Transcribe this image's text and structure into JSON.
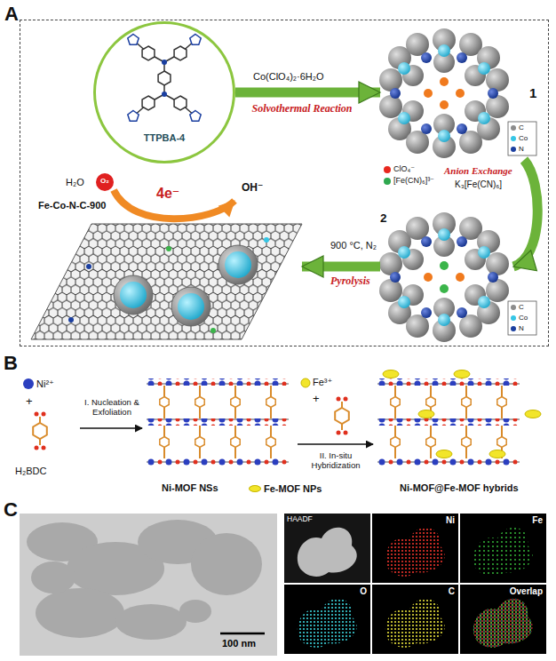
{
  "diagram": {
    "nodes": [
      {
        "text": [
          "A"
        ]
      },
      {
        "text": [
          "TTPBA-4"
        ],
        "in": 0
      },
      {
        "text": [
          "1"
        ],
        "in": 0
      },
      {
        "text": [
          "2"
        ],
        "in": 0
      },
      {
        "text": [
          "Fe-Co-N-C-900"
        ],
        "in": 0
      },
      {
        "text": [
          "Ni²⁺",
          "H₂BDC"
        ]
      },
      {
        "text": [
          "Ni-MOF NSs"
        ]
      },
      {
        "text": [
          "Ni-MOF@Fe-MOF hybrids"
        ]
      },
      {
        "text": [
          "100 nm"
        ]
      },
      {
        "text": [
          "HAADF"
        ]
      },
      {
        "text": [
          "Ni"
        ]
      },
      {
        "text": [
          "Fe"
        ]
      },
      {
        "text": [
          "O"
        ]
      },
      {
        "text": [
          "C"
        ]
      },
      {
        "text": [
          "Overlap"
        ]
      }
    ],
    "edges": [
      {
        "from": 1,
        "to": 2,
        "arrow": "to",
        "label": "Solvothermal Reaction"
      },
      {
        "from": 2,
        "to": 3,
        "arrow": "to",
        "label": "Anion Exchange"
      },
      {
        "from": 3,
        "to": 4,
        "arrow": "to",
        "label": "Pyrolysis"
      },
      {
        "from": 5,
        "to": 6,
        "arrow": "to",
        "label": "I. Nucleation & Exfoliation"
      },
      {
        "from": 6,
        "to": 7,
        "arrow": "to",
        "label": "II. In-situ Hybridization"
      }
    ],
    "labels": [
      "Co(ClO₄)₂·6H₂O",
      "K₃[Fe(CN)₆]",
      "900 °C, N₂",
      "H₂O",
      "O₂",
      "4e⁻",
      "OH⁻",
      "B",
      "+",
      "Fe³⁺",
      "+",
      "C"
    ],
    "legend": [
      {
        "text": "ClO₄⁻",
        "color": "#e8281e"
      },
      {
        "text": "[Fe(CN)₆]³⁻",
        "color": "#2fa84f"
      },
      {
        "text": "C",
        "color": "#8c8c8c"
      },
      {
        "text": "Co",
        "color": "#35c6e6"
      },
      {
        "text": "N",
        "color": "#1b3fa0"
      },
      {
        "text": "C",
        "color": "#8c8c8c"
      },
      {
        "text": "Co",
        "color": "#35c6e6"
      },
      {
        "text": "N",
        "color": "#1b3fa0"
      },
      {
        "text": "Fe-MOF NPs",
        "color": "#f2e52a"
      }
    ]
  }
}
